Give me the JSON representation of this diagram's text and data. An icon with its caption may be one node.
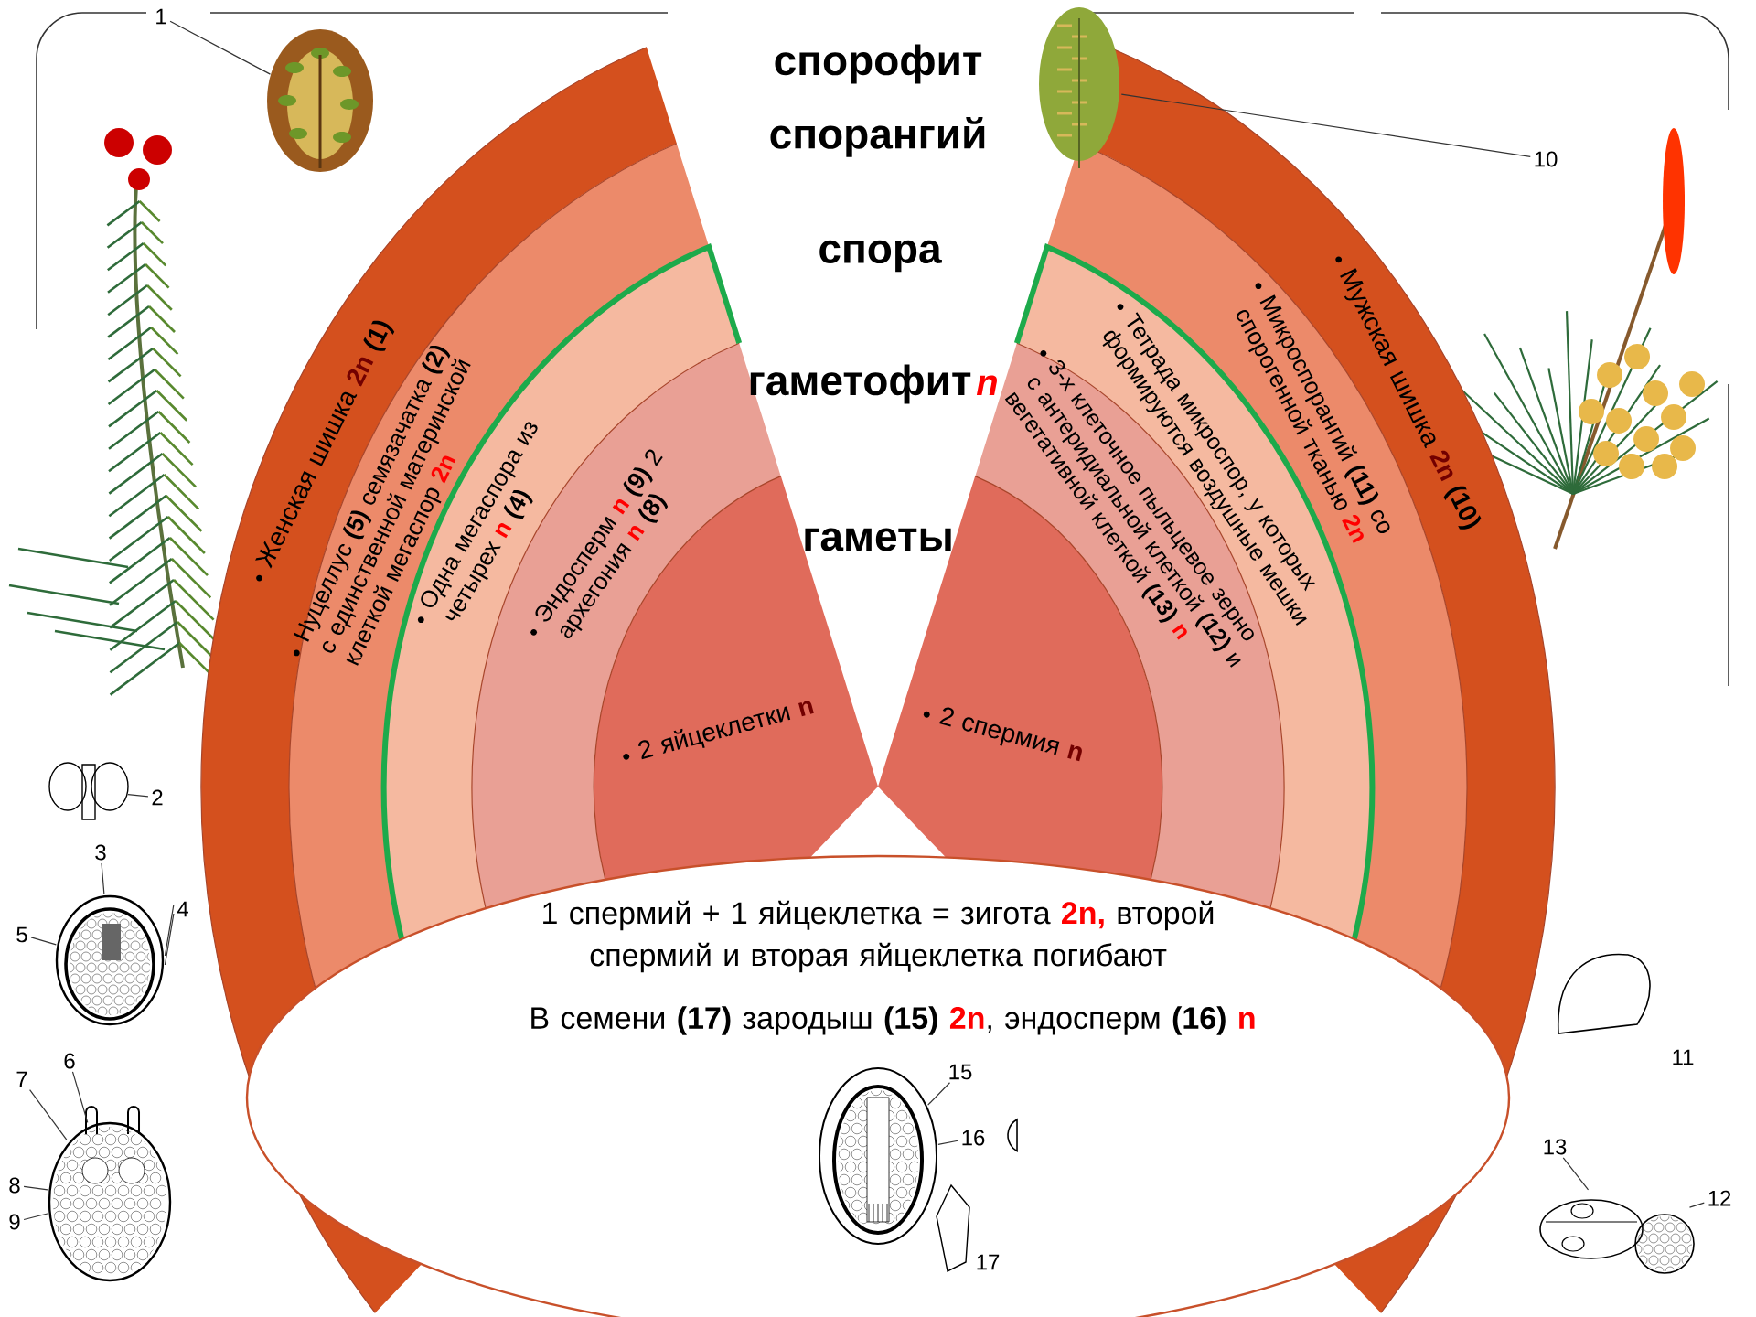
{
  "diagram": {
    "nodes": [
      {
        "text": [
          "Женская шишка *2n* **(1)**"
        ]
      },
      {
        "text": [
          "Нуцеллус **(5)** семязачатка **(2)** с единственной материнской клеткой мегаспор *2n*"
        ]
      },
      {
        "text": [
          "Одна мегаспора из четырех *n* **(4)**"
        ]
      },
      {
        "text": [
          "Эндосперм *n* **(9)** 2 архегония *n* **(8)**"
        ]
      },
      {
        "text": [
          "2 яйцеклетки *n*"
        ]
      },
      {
        "text": [
          "Мужская шишка *2n* **(10)**"
        ]
      },
      {
        "text": [
          "Микроспорангий **(11)** со спорогенной тканью *2n*"
        ]
      },
      {
        "text": [
          "Тетрада микроспор, у которых формируются воздушные мешки"
        ]
      },
      {
        "text": [
          "3-х клеточное пыльцевое зерно с антеридиальной клеткой **(12)** и вегетативной клеткой **(13)** *n*"
        ]
      },
      {
        "text": [
          "2 спермия *n*"
        ]
      },
      {
        "text": [
          "1 спермий + 1 яйцеклетка = зигота *2n,* второй спермий и вторая яйцеклетка погибают",
          "В семени **(17)** зародыш **(15)** *2n*, эндосперм **(16)** *n*"
        ]
      },
      {
        "text": [
          "1"
        ]
      },
      {
        "text": [],
        "shape": "picture"
      },
      {
        "text": [
          "2"
        ]
      },
      {
        "text": [],
        "shape": "picture"
      },
      {
        "text": [
          "3"
        ]
      },
      {
        "text": [
          "4"
        ]
      },
      {
        "text": [
          "5"
        ]
      },
      {
        "text": [],
        "shape": "picture"
      },
      {
        "text": [
          "6"
        ]
      },
      {
        "text": [
          "7"
        ]
      },
      {
        "text": [
          "8"
        ]
      },
      {
        "text": [
          "9"
        ]
      },
      {
        "text": [],
        "shape": "picture"
      },
      {
        "text": [
          "10"
        ]
      },
      {
        "text": [],
        "shape": "picture"
      },
      {
        "text": [
          "12"
        ]
      },
      {
        "text": [
          "13"
        ]
      },
      {
        "text": [],
        "shape": "picture"
      },
      {
        "text": [
          "15"
        ],
        "in": 10
      },
      {
        "text": [
          "16"
        ],
        "in": 10
      },
      {
        "text": [],
        "shape": "picture",
        "in": 10
      }
    ],
    "edges": [
      {
        "from": 11,
        "to": 12,
        "arrow": "none"
      },
      {
        "from": 13,
        "to": 14,
        "arrow": "none"
      },
      {
        "from": 15,
        "to": 18,
        "arrow": "none"
      },
      {
        "from": 16,
        "to": 18,
        "arrow": "none"
      },
      {
        "from": 16,
        "to": 18,
        "arrow": "none"
      },
      {
        "from": 17,
        "to": 18,
        "arrow": "none"
      },
      {
        "from": 19,
        "to": 23,
        "arrow": "none"
      },
      {
        "from": 20,
        "to": 23,
        "arrow": "none"
      },
      {
        "from": 21,
        "to": 23,
        "arrow": "none"
      },
      {
        "from": 22,
        "to": 23,
        "arrow": "none"
      },
      {
        "from": 24,
        "to": 25,
        "arrow": "none"
      },
      {
        "from": 26,
        "to": 28,
        "arrow": "none"
      },
      {
        "from": 27,
        "to": 28,
        "arrow": "none"
      },
      {
        "from": 29,
        "to": 31,
        "arrow": "none"
      },
      {
        "from": 30,
        "to": 31,
        "arrow": "none"
      }
    ],
    "labels": [
      "спорофит",
      "спорангий",
      "спора",
      "гаметофит",
      "n",
      "гаметы",
      "11",
      "17"
    ]
  }
}
